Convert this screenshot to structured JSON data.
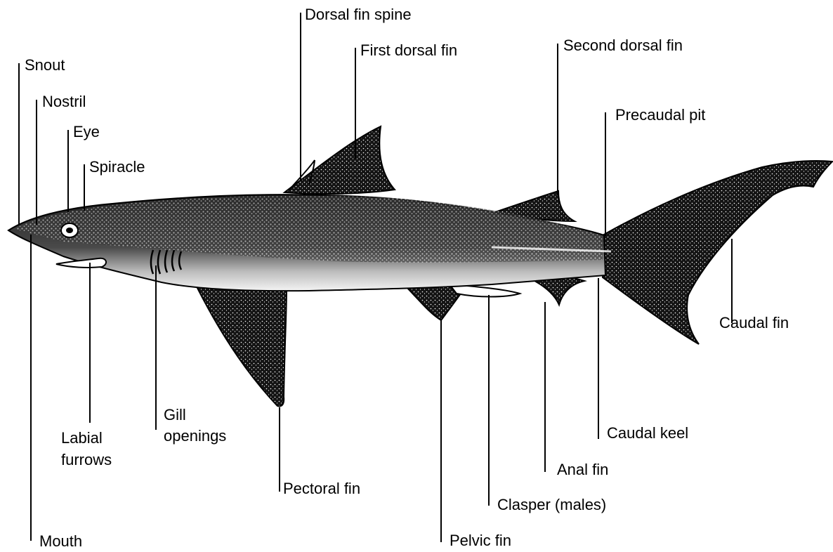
{
  "diagram": {
    "labels": {
      "snout": "Snout",
      "nostril": "Nostril",
      "eye": "Eye",
      "spiracle": "Spiracle",
      "dorsal_fin_spine": "Dorsal fin spine",
      "first_dorsal_fin": "First dorsal fin",
      "second_dorsal_fin": "Second dorsal fin",
      "precaudal_pit": "Precaudal pit",
      "caudal_fin": "Caudal fin",
      "caudal_keel": "Caudal keel",
      "anal_fin": "Anal fin",
      "clasper": "Clasper (males)",
      "pelvic_fin": "Pelvic fin",
      "pectoral_fin": "Pectoral fin",
      "gill_line1": "Gill",
      "gill_line2": "openings",
      "labial_line1": "Labial",
      "labial_line2": "furrows",
      "mouth": "Mouth"
    }
  }
}
